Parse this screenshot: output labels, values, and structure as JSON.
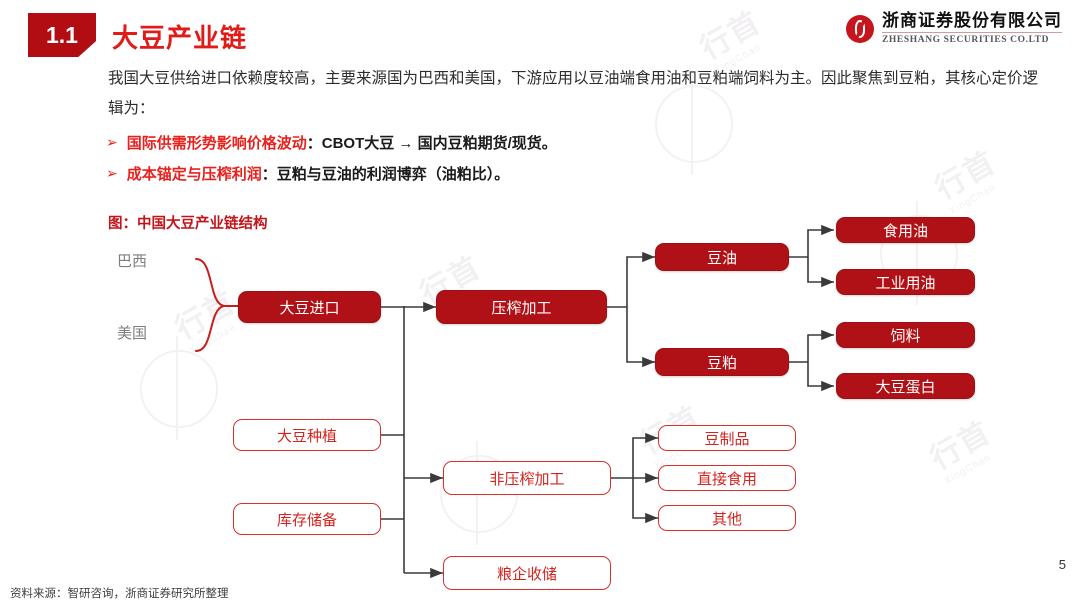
{
  "header": {
    "badge": "1.1",
    "title": "大豆产业链",
    "logo_cn": "浙商证券股份有限公司",
    "logo_en": "ZHESHANG SECURITIES CO.LTD",
    "logo_icon": "zheshang-logo-mark"
  },
  "body": {
    "paragraph": "我国大豆供给进口依赖度较高，主要来源国为巴西和美国，下游应用以豆油端食用油和豆粕端饲料为主。因此聚焦到豆粕，其核心定价逻辑为：",
    "bullets": [
      {
        "marker": "➢",
        "lead": "国际供需形势影响价格波动",
        "rest": "：CBOT大豆 → 国内豆粕期货/现货。"
      },
      {
        "marker": "➢",
        "lead": "成本锚定与压榨利润",
        "rest": "：豆粕与豆油的利润博弈（油粕比）。"
      }
    ],
    "figure_caption": "图：中国大豆产业链结构"
  },
  "chart_data": {
    "type": "diagram",
    "title": "图：中国大豆产业链结构",
    "source_labels": [
      "巴西",
      "美国"
    ],
    "nodes": [
      {
        "id": "import",
        "label": "大豆进口",
        "style": "solid"
      },
      {
        "id": "crush",
        "label": "压榨加工",
        "style": "solid"
      },
      {
        "id": "oil",
        "label": "豆油",
        "style": "solid"
      },
      {
        "id": "meal",
        "label": "豆粕",
        "style": "solid"
      },
      {
        "id": "edible-oil",
        "label": "食用油",
        "style": "solid"
      },
      {
        "id": "indust-oil",
        "label": "工业用油",
        "style": "solid"
      },
      {
        "id": "feed",
        "label": "饲料",
        "style": "solid"
      },
      {
        "id": "protein",
        "label": "大豆蛋白",
        "style": "solid"
      },
      {
        "id": "planting",
        "label": "大豆种植",
        "style": "outline"
      },
      {
        "id": "reserve",
        "label": "库存储备",
        "style": "outline"
      },
      {
        "id": "noncrush",
        "label": "非压榨加工",
        "style": "outline"
      },
      {
        "id": "soyfood",
        "label": "豆制品",
        "style": "outline"
      },
      {
        "id": "directeat",
        "label": "直接食用",
        "style": "outline"
      },
      {
        "id": "other",
        "label": "其他",
        "style": "outline"
      },
      {
        "id": "grainstore",
        "label": "粮企收储",
        "style": "outline"
      }
    ],
    "edges": [
      {
        "from": "巴西",
        "to": "大豆进口"
      },
      {
        "from": "美国",
        "to": "大豆进口"
      },
      {
        "from": "大豆进口",
        "to": "压榨加工"
      },
      {
        "from": "压榨加工",
        "to": "豆油"
      },
      {
        "from": "压榨加工",
        "to": "豆粕"
      },
      {
        "from": "豆油",
        "to": "食用油"
      },
      {
        "from": "豆油",
        "to": "工业用油"
      },
      {
        "from": "豆粕",
        "to": "饲料"
      },
      {
        "from": "豆粕",
        "to": "大豆蛋白"
      },
      {
        "from": "大豆种植",
        "to": "非压榨加工"
      },
      {
        "from": "库存储备",
        "to": "非压榨加工"
      },
      {
        "from": "大豆种植",
        "to": "粮企收储"
      },
      {
        "from": "库存储备",
        "to": "粮企收储"
      },
      {
        "from": "非压榨加工",
        "to": "豆制品"
      },
      {
        "from": "非压榨加工",
        "to": "直接食用"
      },
      {
        "from": "非压榨加工",
        "to": "其他"
      }
    ]
  },
  "footer": {
    "source": "资料来源：智研咨询，浙商证券研究所整理",
    "page_number": "5"
  },
  "watermarks": {
    "text": "行首",
    "sub": "XingChao"
  }
}
